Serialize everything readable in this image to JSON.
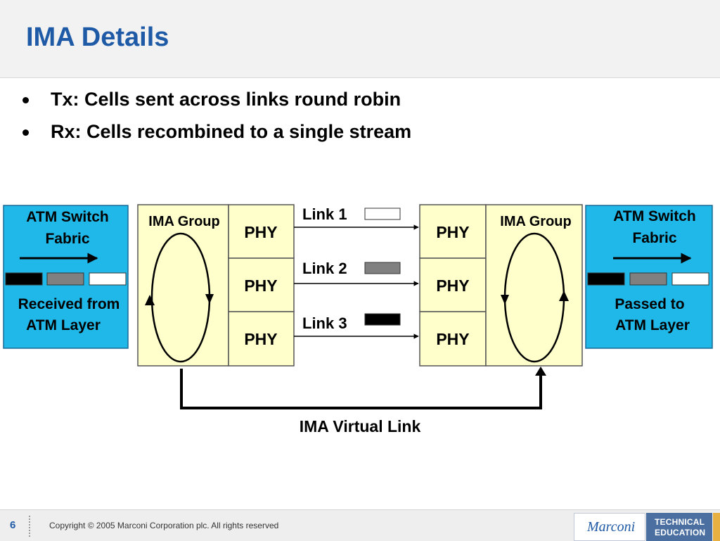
{
  "slide": {
    "title": "IMA Details",
    "bullets": [
      "Tx:  Cells sent across links round robin",
      "Rx:  Cells recombined to a single stream"
    ]
  },
  "diagram": {
    "left_fabric": {
      "title_line1": "ATM Switch",
      "title_line2": "Fabric",
      "caption_line1": "Received from",
      "caption_line2": "ATM Layer",
      "bg_color": "#1fb8e8"
    },
    "right_fabric": {
      "title_line1": "ATM Switch",
      "title_line2": "Fabric",
      "caption_line1": "Passed to",
      "caption_line2": "ATM Layer",
      "bg_color": "#1fb8e8"
    },
    "left_group": {
      "label": "IMA Group",
      "phy_labels": [
        "PHY",
        "PHY",
        "PHY"
      ],
      "bg_color": "#ffffcc"
    },
    "right_group": {
      "label": "IMA Group",
      "phy_labels": [
        "PHY",
        "PHY",
        "PHY"
      ],
      "bg_color": "#ffffcc"
    },
    "links": [
      {
        "label": "Link 1",
        "cell_color": "#ffffff"
      },
      {
        "label": "Link 2",
        "cell_color": "#808080"
      },
      {
        "label": "Link 3",
        "cell_color": "#000000"
      }
    ],
    "virtual_link_label": "IMA Virtual Link",
    "cell_colors": [
      "#000000",
      "#808080",
      "#ffffff"
    ]
  },
  "footer": {
    "page_number": "6",
    "copyright": "Copyright © 2005 Marconi Corporation plc. All rights reserved",
    "logo_text": "Marconi",
    "badge_line1": "TECHNICAL",
    "badge_line2": "EDUCATION"
  }
}
